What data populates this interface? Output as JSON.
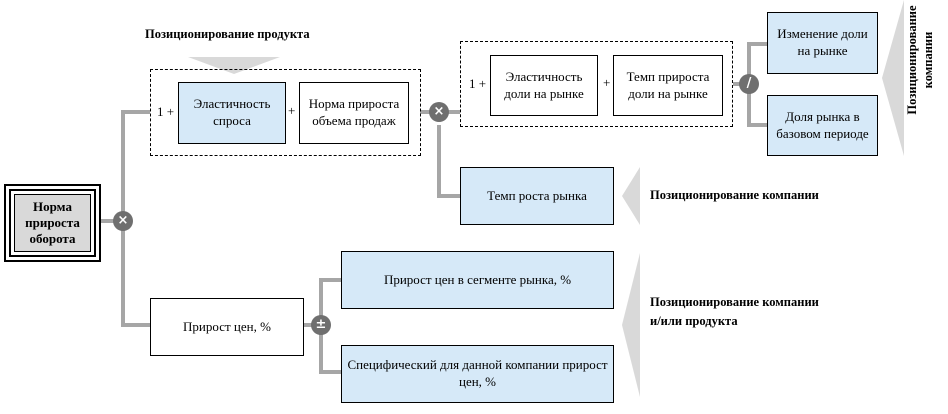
{
  "root": {
    "label": "Норма прироста оборота"
  },
  "operators": {
    "times": "×",
    "divide": "/",
    "plus_minus": "±",
    "plus": "+"
  },
  "prefix_one_plus": "1 +",
  "boxes": {
    "demand_elasticity": "Эластичность спроса",
    "sales_volume_growth": "Норма прироста объема продаж",
    "market_share_elasticity": "Эластичность доли на рынке",
    "market_share_growth": "Темп прироста доли на рынке",
    "market_share_change": "Изменение доли на рынке",
    "base_period_share": "Доля рынка в базовом периоде",
    "market_growth_rate": "Темп роста рынка",
    "price_growth": "Прирост цен, %",
    "segment_price_growth": "Прирост цен в сегменте рынка, %",
    "company_price_growth": "Специфический для данной компании прирост цен, %"
  },
  "annotations": {
    "product_positioning": "Позиционирование продукта",
    "company_positioning": "Позиционирование компании",
    "company_or_product_line1": "Позиционирование компании",
    "company_or_product_line2": "и/или продукта",
    "vertical_company_line1": "Позиционирование",
    "vertical_company_line2": "компании"
  },
  "colors": {
    "box_fill": "#d6e9f8",
    "connector": "#a6a6a6",
    "operator": "#6f6f6f",
    "arrow": "#d9d9d9"
  }
}
